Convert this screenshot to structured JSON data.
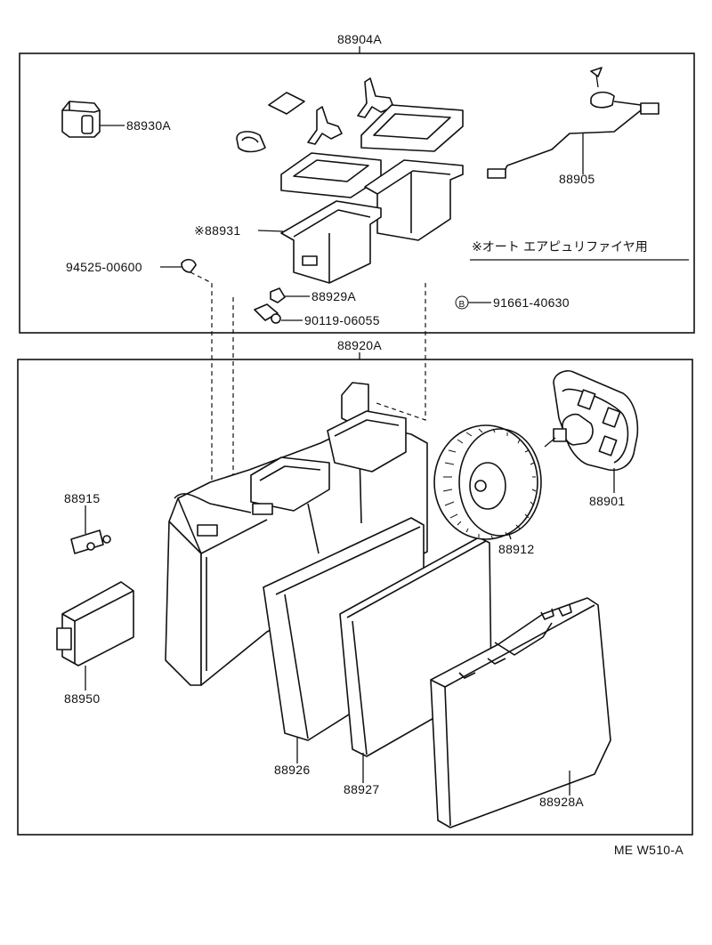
{
  "diagram": {
    "upper_group": {
      "part_no": "88904A"
    },
    "lower_group": {
      "part_no": "88920A"
    },
    "callouts": {
      "p88930A": "88930A",
      "p88905": "88905",
      "p88931": "※88931",
      "p94525": "94525-00600",
      "p88929A": "88929A",
      "p90119": "90119-06055",
      "p91661_mark": "B",
      "p91661": "91661-40630",
      "p88915": "88915",
      "p88950": "88950",
      "p88926": "88926",
      "p88927": "88927",
      "p88928A": "88928A",
      "p88912": "88912",
      "p88901": "88901"
    },
    "note": "※オート エアピュリファイヤ用",
    "figure_code": "ME W510-A"
  }
}
